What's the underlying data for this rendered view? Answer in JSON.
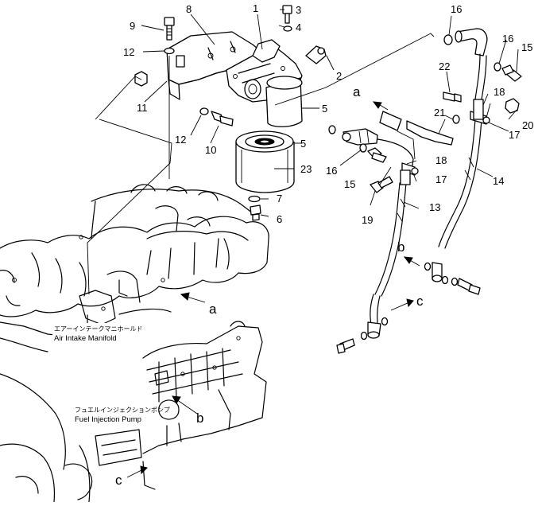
{
  "callouts": [
    "1",
    "2",
    "3",
    "4",
    "5",
    "5",
    "6",
    "7",
    "8",
    "9",
    "10",
    "11",
    "12",
    "12",
    "13",
    "14",
    "15",
    "15",
    "16",
    "16",
    "16",
    "17",
    "17",
    "18",
    "18",
    "19",
    "20",
    "21",
    "22",
    "23"
  ],
  "view_letters": [
    "a",
    "a",
    "b",
    "b",
    "c",
    "c"
  ],
  "labels": {
    "air_intake_jp": "エアーインテークマニホールド",
    "air_intake_en": "Air Intake Manifold",
    "fuel_pump_jp": "フュエルインジェクションポンプ",
    "fuel_pump_en": "Fuel Injection Pump"
  }
}
